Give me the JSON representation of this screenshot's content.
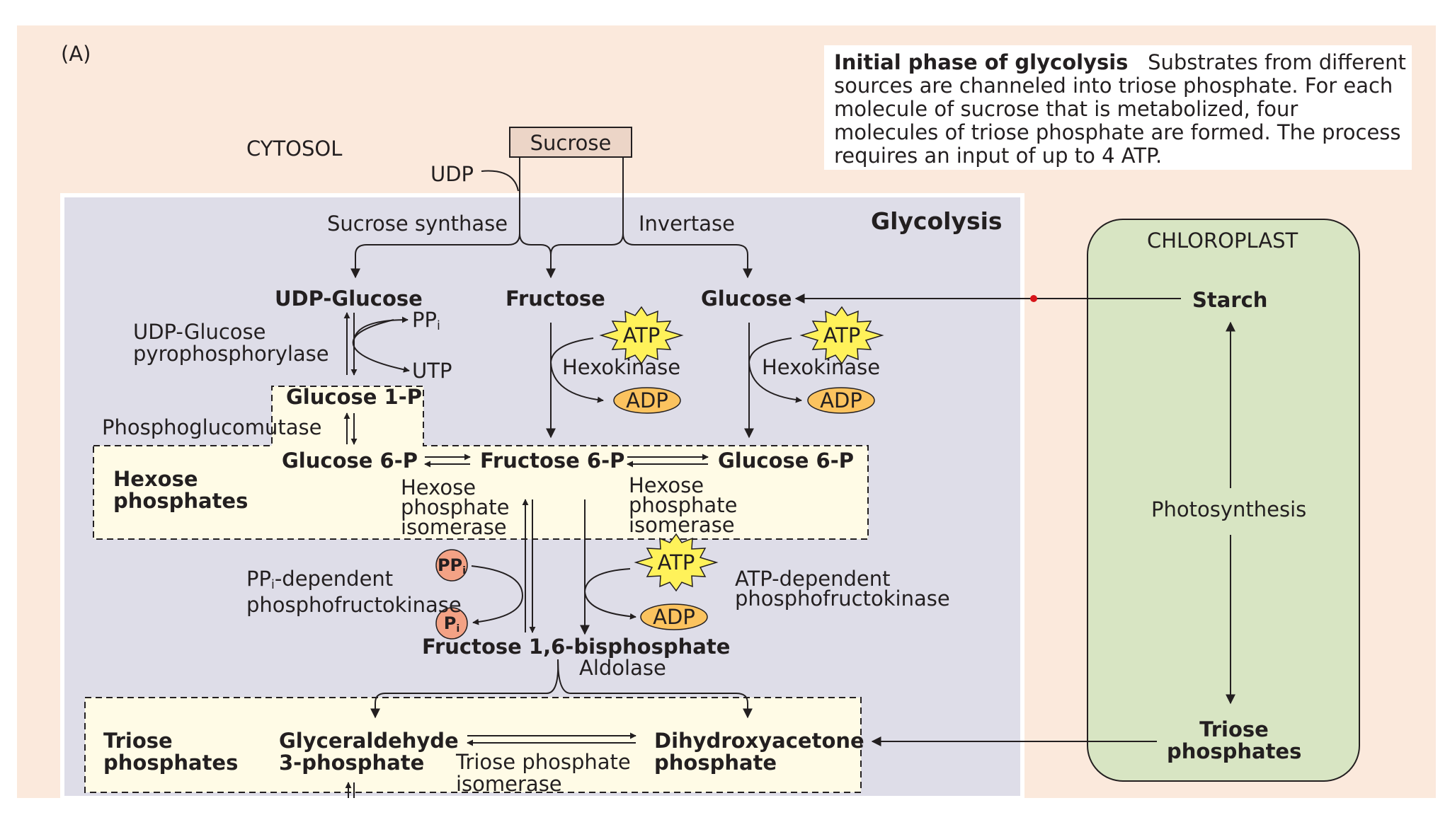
{
  "panel_label": "(A)",
  "note": {
    "title": "Initial phase of glycolysis",
    "text": "Substrates from different sources are channeled into triose phosphate. For each molecule of sucrose that is metabolized, four molecules of triose phosphate are formed. The process requires an input of up to 4 ATP."
  },
  "regions": {
    "cytosol": "CYTOSOL",
    "glycolysis": "Glycolysis",
    "chloroplast": "CHLOROPLAST",
    "hexose_phosphates": "Hexose phosphates",
    "triose_phosphates": "Triose phosphates"
  },
  "metabolites": {
    "sucrose": "Sucrose",
    "udp": "UDP",
    "udp_glucose": "UDP-Glucose",
    "fructose": "Fructose",
    "glucose": "Glucose",
    "starch": "Starch",
    "ppi": "PP",
    "utp": "UTP",
    "glucose_1p": "Glucose 1-P",
    "glucose_6p_left": "Glucose 6-P",
    "fructose_6p": "Fructose 6-P",
    "glucose_6p_right": "Glucose 6-P",
    "fructose_bisphosphate": "Fructose 1,6-bisphosphate",
    "glyceraldehyde_3p": "Glyceraldehyde 3-phosphate",
    "dihydroxyacetone_phosphate": "Dihydroxyacetone phosphate",
    "chloroplast_triose": "Triose phosphates",
    "atp": "ATP",
    "adp": "ADP",
    "ppi_circle": "PP",
    "pi_circle": "P",
    "sub_i": "i"
  },
  "enzymes": {
    "sucrose_synthase": "Sucrose synthase",
    "invertase": "Invertase",
    "udp_glucose_pyrophosphorylase": "UDP-Glucose pyrophosphorylase",
    "phosphoglucomutase": "Phosphoglucomutase",
    "hexokinase_1": "Hexokinase",
    "hexokinase_2": "Hexokinase",
    "hexose_phosphate_isomerase_1": "Hexose phosphate isomerase",
    "hexose_phosphate_isomerase_2": "Hexose phosphate isomerase",
    "ppi_pfk_a": "PP",
    "ppi_pfk_b": "-dependent phosphofructokinase",
    "atp_pfk": "ATP-dependent phosphofructokinase",
    "aldolase": "Aldolase",
    "triose_phosphate_isomerase": "Triose phosphate isomerase",
    "photosynthesis": "Photosynthesis"
  },
  "colors": {
    "cytosol_bg": "#fbe9dc",
    "glycolysis_bg": "#dedde8",
    "box_bg": "#fffbe6",
    "chloroplast_bg": "#d8e5c3",
    "sucrose_box": "#ecd5c7",
    "atp_star": "#fff25a",
    "adp_oval": "#fbc35f",
    "pp_circle": "#f3a285",
    "line": "#231f20",
    "dot": "#d7141a"
  }
}
